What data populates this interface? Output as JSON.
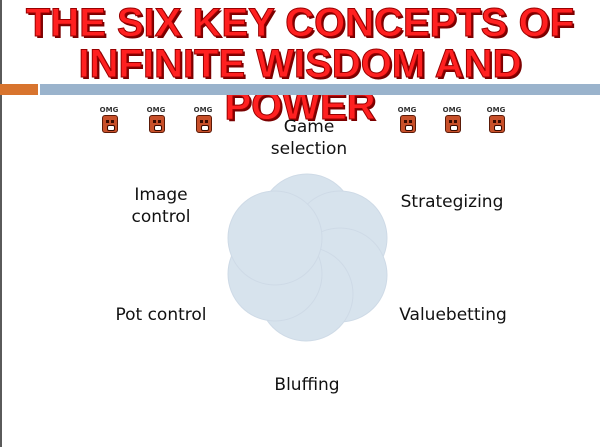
{
  "title": {
    "line1": "THE SIX KEY CONCEPTS OF",
    "line2": "INFINITE WISDOM AND POWER"
  },
  "icons": {
    "omg_text": "OMG",
    "omg_name": "omg-face-icon"
  },
  "diagram": {
    "type": "venn-six-circles",
    "circle_color": "#b8cde0",
    "circle_stroke": "#a7bdd3",
    "labels": {
      "top": "Game\nselection",
      "upper_right": "Strategizing",
      "lower_right": "Valuebetting",
      "bottom": "Bluffing",
      "lower_left": "Pot control",
      "upper_left": "Image\ncontrol"
    }
  },
  "colors": {
    "title": "#ff2020",
    "accent_orange": "#d8742e",
    "accent_blue": "#9ab3cc"
  }
}
